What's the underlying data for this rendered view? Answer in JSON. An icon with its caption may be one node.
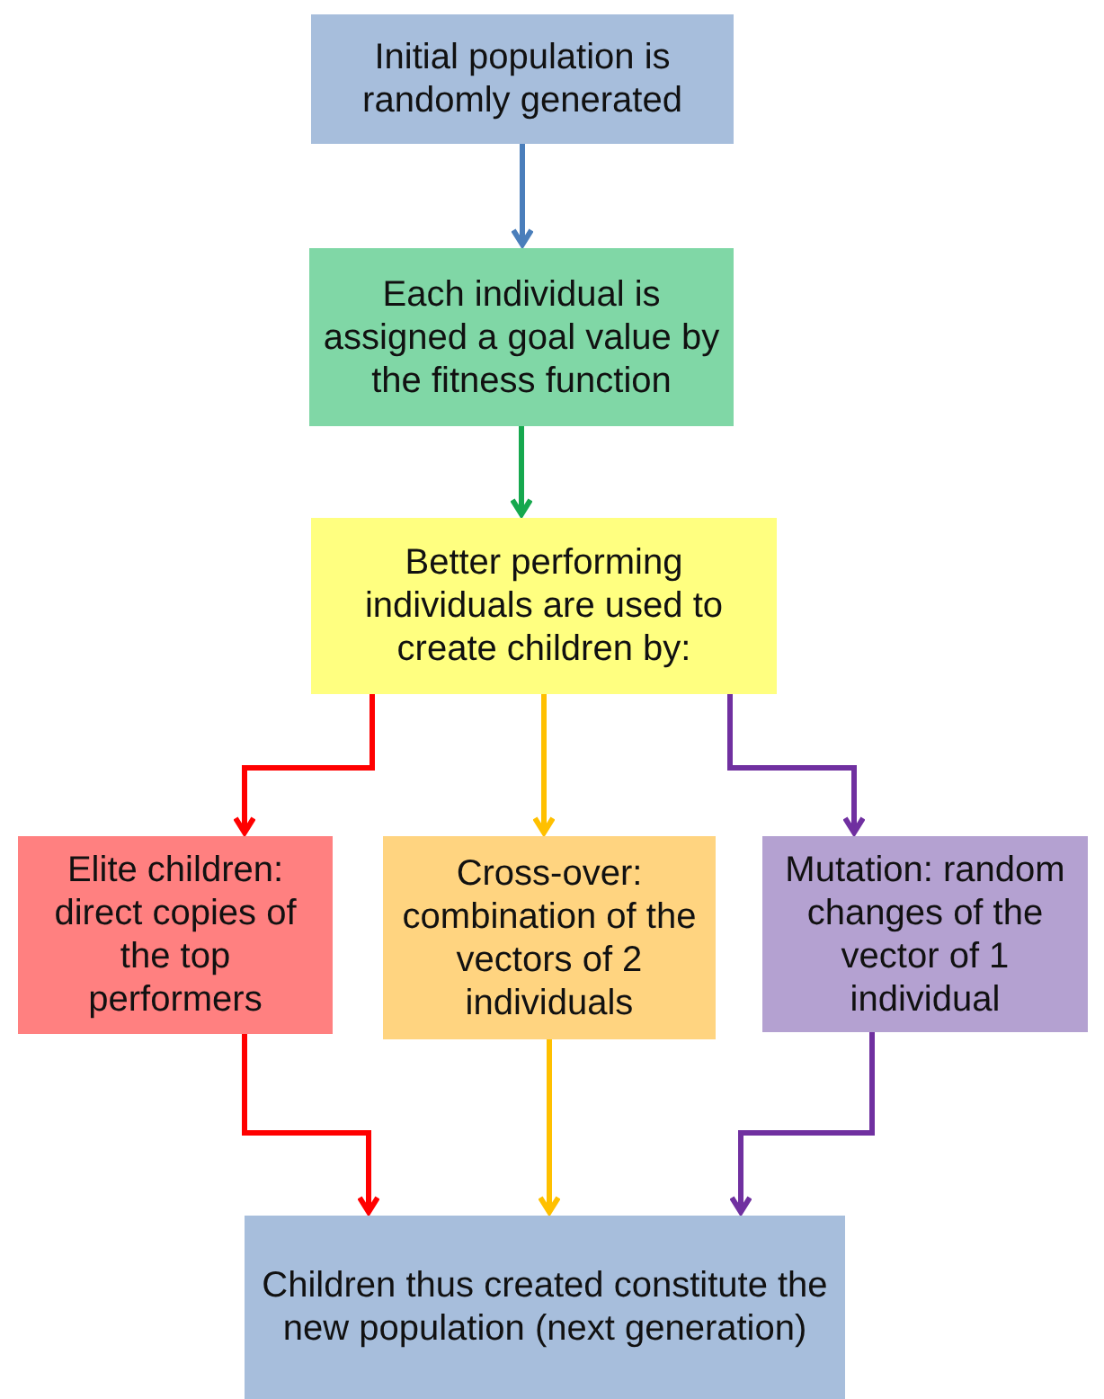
{
  "diagram": {
    "nodes": [
      {
        "text": [
          "Initial population is randomly generated"
        ]
      },
      {
        "text": [
          "Each individual is assigned a goal value by the fitness function"
        ]
      },
      {
        "text": [
          "Better performing individuals are used to create children by:"
        ]
      },
      {
        "text": [
          "Elite children: direct copies of the top performers"
        ]
      },
      {
        "text": [
          "Cross-over: combination of the vectors of 2 individuals"
        ]
      },
      {
        "text": [
          "Mutation: random changes of the vector of 1 individual"
        ]
      },
      {
        "text": [
          "Children thus created constitute the new population (next generation)"
        ]
      }
    ],
    "edges": [
      {
        "from": 0,
        "to": 1,
        "arrow": "to",
        "color": "#4a7ebb"
      },
      {
        "from": 1,
        "to": 2,
        "arrow": "to",
        "color": "#16a84e"
      },
      {
        "from": 2,
        "to": 3,
        "arrow": "to",
        "color": "#ff0000"
      },
      {
        "from": 2,
        "to": 4,
        "arrow": "to",
        "color": "#ffc000"
      },
      {
        "from": 2,
        "to": 5,
        "arrow": "to",
        "color": "#7030a0"
      },
      {
        "from": 3,
        "to": 6,
        "arrow": "to",
        "color": "#ff0000"
      },
      {
        "from": 4,
        "to": 6,
        "arrow": "to",
        "color": "#ffc000"
      },
      {
        "from": 5,
        "to": 6,
        "arrow": "to",
        "color": "#7030a0"
      }
    ]
  }
}
